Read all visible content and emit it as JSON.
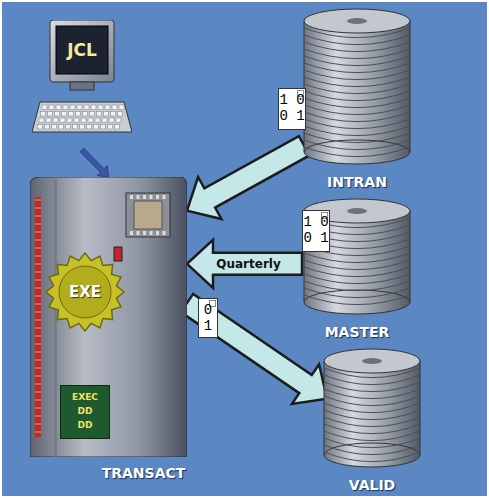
{
  "diagram": {
    "nodes": [
      {
        "text": [
          "JCL"
        ]
      },
      {
        "text": [
          "TRANSACT"
        ]
      },
      {
        "text": [
          "EXE"
        ],
        "in": 1
      },
      {
        "text": [
          "EXEC DD DD"
        ],
        "in": 1
      },
      {
        "text": [
          "INTRAN"
        ]
      },
      {
        "text": [
          "MASTER"
        ]
      },
      {
        "text": [
          "VALID"
        ]
      }
    ],
    "edges": [
      {
        "from": 0,
        "to": 1,
        "arrow": "to"
      },
      {
        "from": 4,
        "to": 1,
        "arrow": "to"
      },
      {
        "from": 5,
        "to": 1,
        "label": "Quarterly",
        "arrow": "to"
      },
      {
        "from": 1,
        "to": 6,
        "arrow": "to"
      }
    ],
    "labels": [
      "1 0",
      "0 1",
      "1 0",
      "0 1",
      "0",
      "1"
    ]
  }
}
